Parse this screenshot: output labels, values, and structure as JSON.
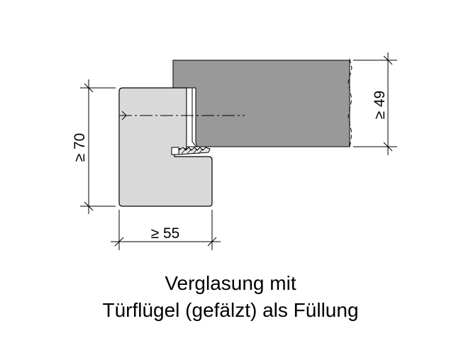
{
  "dimensions": {
    "height_frame": "≥ 70",
    "width_frame": "≥ 55",
    "thickness_leaf": "≥ 49"
  },
  "caption": {
    "line1": "Verglasung mit",
    "line2": "Türflügel (gefälzt) als Füllung"
  },
  "colors": {
    "frame_fill": "#d9d9d9",
    "leaf_fill": "#999999",
    "gasket_fill": "#e6e6e6",
    "line": "#000000"
  }
}
